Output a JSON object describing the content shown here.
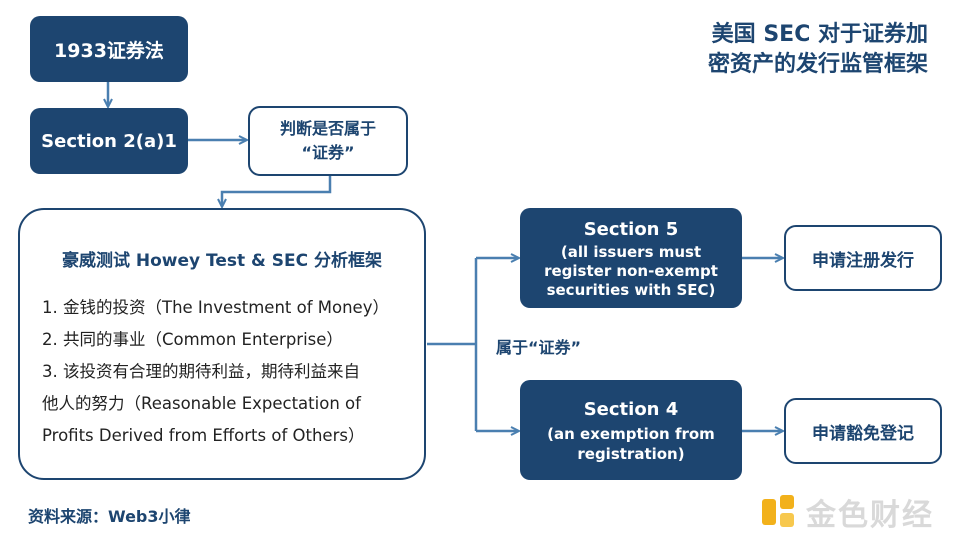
{
  "title": {
    "line1": "美国 SEC 对于证券加",
    "line2": "密资产的发行监管框架"
  },
  "boxes": {
    "act": "1933证券法",
    "section2": "Section 2(a)1",
    "judge": {
      "line1": "判断是否属于",
      "line2": "“证券”"
    },
    "section5": {
      "title": "Section 5",
      "line1": "(all issuers must",
      "line2": "register non-exempt",
      "line3": "securities with SEC)"
    },
    "section4": {
      "title": "Section 4",
      "line1": "(an exemption from",
      "line2": "registration)"
    },
    "register": "申请注册发行",
    "exempt": "申请豁免登记"
  },
  "howey": {
    "heading": "豪威测试 Howey Test & SEC 分析框架",
    "items": [
      "1. 金钱的投资（The Investment of Money）",
      "2. 共同的事业（Common Enterprise）",
      "3. 该投资有合理的期待利益，期待利益来自",
      "他人的努力（Reasonable Expectation of",
      "Profits Derived from Efforts of Others）"
    ]
  },
  "edge_label": "属于“证券”",
  "source": "资料来源：Web3小律",
  "logo_text": "金色财经",
  "colors": {
    "primary": "#1d4570",
    "arrow": "#4a7fb0",
    "logo_gray": "#d9d9d9",
    "logo_gold": "#f2b11b"
  }
}
